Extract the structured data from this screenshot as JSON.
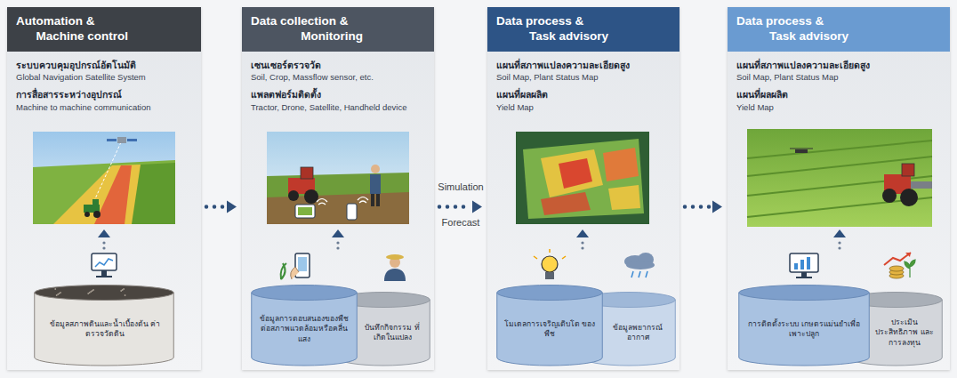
{
  "diagram": {
    "nodes": [
      {
        "text": [
          "Automation & Machine control",
          "ระบบควบคุมอุปกรณ์อัตโนมัติ",
          "Global Navigation Satellite System",
          "การสื่อสารระหว่างอุปกรณ์",
          "Machine to machine communication"
        ]
      },
      {
        "text": [
          "ข้อมูลสภาพดินและน้ำเบื้องต้น ค่าตรวจวัดดิน"
        ],
        "in": 0
      },
      {
        "text": [
          "Data collection & Monitoring",
          "เซนเซอร์ตรวจวัด",
          "Soil, Crop, Massflow sensor, etc.",
          "แพลตฟอร์มติดตั้ง",
          "Tractor, Drone, Satellite, Handheld device"
        ]
      },
      {
        "text": [
          "ข้อมูลการตอบสนองของพืช ต่อสภาพแวดล้อมหรือคลื่นแสง"
        ],
        "in": 2
      },
      {
        "text": [
          "บันทึกกิจกรรม ที่เกิดในแปลง"
        ],
        "in": 2
      },
      {
        "text": [
          "Data process & Task advisory",
          "แผนที่สภาพแปลงความละเอียดสูง",
          "Soil Map, Plant Status Map",
          "แผนที่ผลผลิต",
          "Yield Map"
        ]
      },
      {
        "text": [
          "โมเดลการเจริญเติบโต ของพืช"
        ],
        "in": 5
      },
      {
        "text": [
          "ข้อมูลพยากรณ์ อากาศ"
        ],
        "in": 5
      },
      {
        "text": [
          "Data process & Task advisory",
          "แผนที่สภาพแปลงความละเอียดสูง",
          "Soil Map, Plant Status Map",
          "แผนที่ผลผลิต",
          "Yield Map"
        ]
      },
      {
        "text": [
          "การติดตั้งระบบ เกษตรแม่นยำเพื่อเพาะปลูก"
        ],
        "in": 8
      },
      {
        "text": [
          "ประเมินประสิทธิภาพ และการลงทุน"
        ],
        "in": 8
      }
    ],
    "edges": [
      {
        "from": 0,
        "to": 2,
        "arrow": "to"
      },
      {
        "from": 2,
        "to": 5,
        "arrow": "to"
      },
      {
        "from": 5,
        "to": 8,
        "arrow": "to"
      }
    ],
    "labels": [
      "Simulation",
      "Forecast"
    ]
  }
}
